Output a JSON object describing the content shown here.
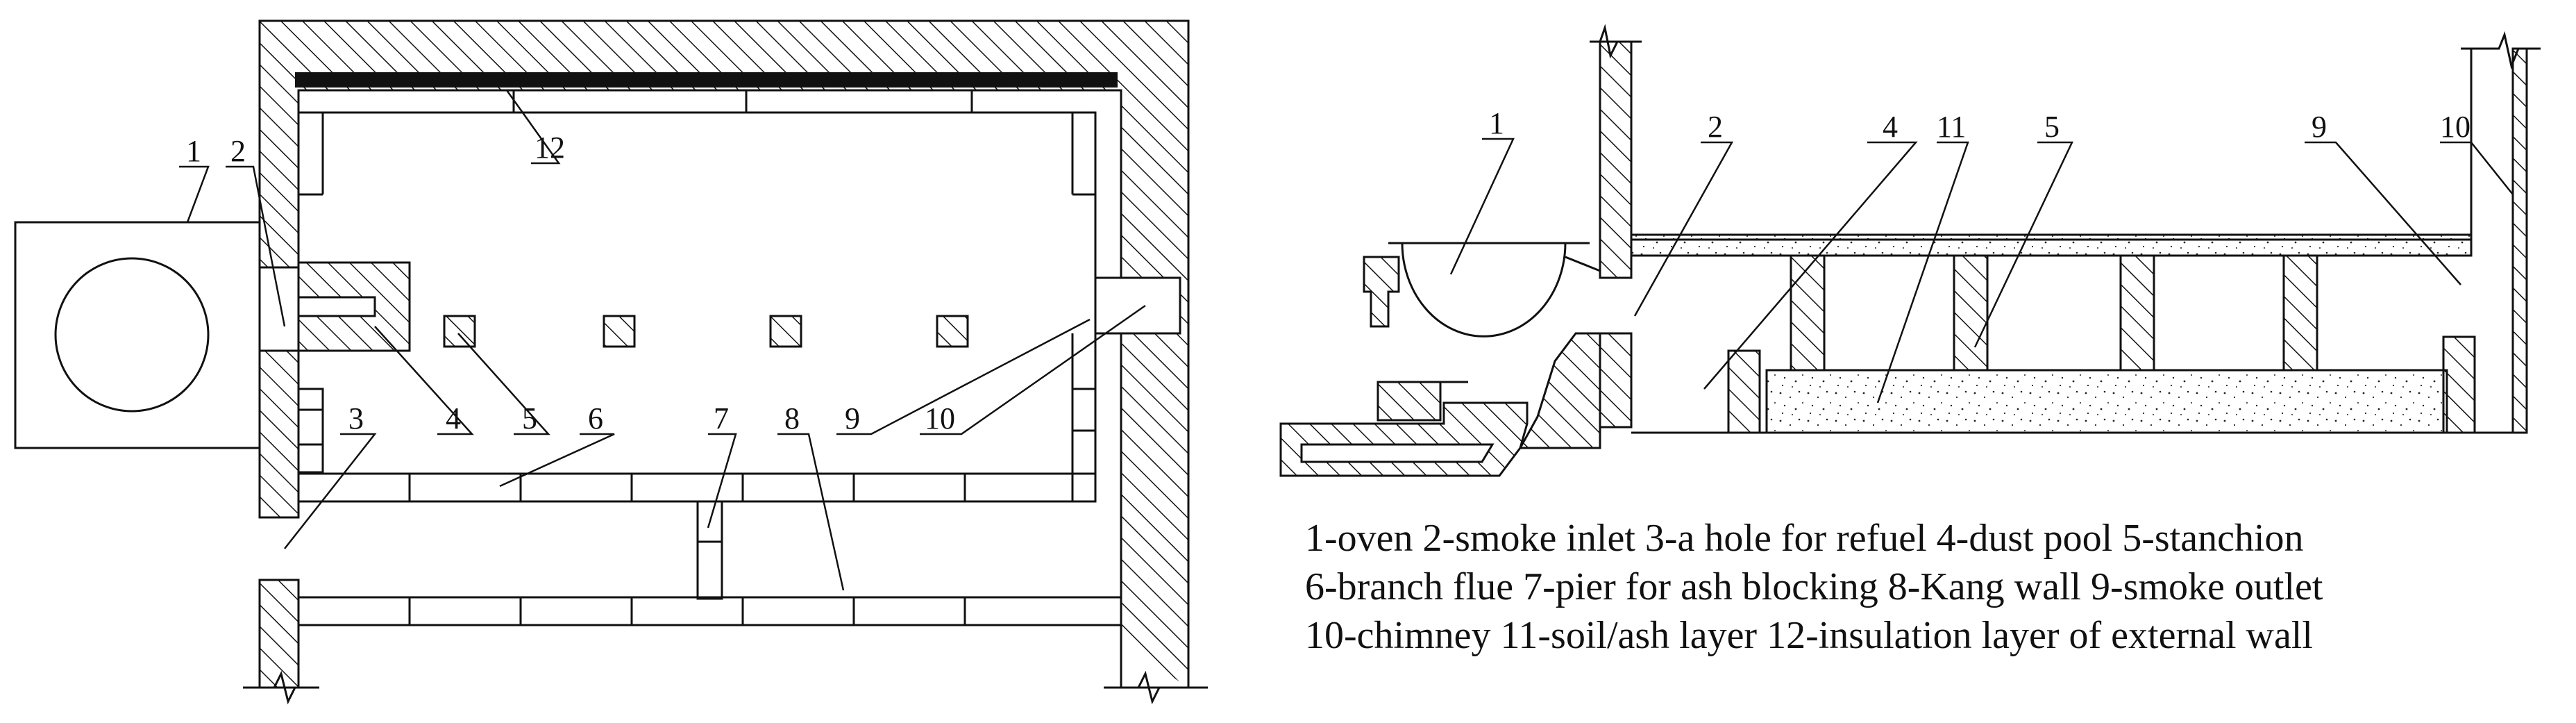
{
  "plan_labels": {
    "l1": "1",
    "l2": "2",
    "l3": "3",
    "l4": "4",
    "l5": "5",
    "l6": "6",
    "l7": "7",
    "l8": "8",
    "l9": "9",
    "l10": "10",
    "l12": "12"
  },
  "section_labels": {
    "l1": "1",
    "l2": "2",
    "l4": "4",
    "l11": "11",
    "l5": "5",
    "l9": "9",
    "l10": "10"
  },
  "legend": {
    "line1": "1-oven  2-smoke inlet  3-a hole for refuel   4-dust pool  5-stanchion",
    "line2": "6-branch flue  7-pier for ash blocking  8-Kang wall  9-smoke outlet",
    "line3": "10-chimney  11-soil/ash layer  12-insulation layer of external wall"
  },
  "colors": {
    "line": "#111111",
    "background": "#ffffff"
  }
}
